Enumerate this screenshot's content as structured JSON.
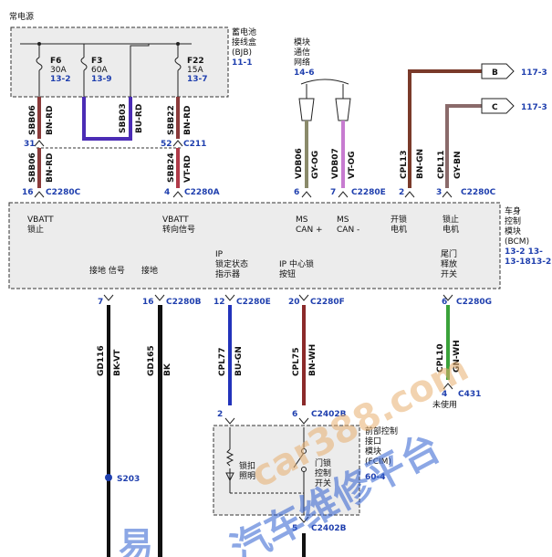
{
  "title": "常电源",
  "bjb": {
    "name_lines": [
      "蓄电池",
      "接线盒",
      "(BJB)"
    ],
    "ref": "11-1",
    "fuses": [
      {
        "id": "F6",
        "rating": "30A",
        "ref": "13-2"
      },
      {
        "id": "F3",
        "rating": "60A",
        "ref": "13-9"
      },
      {
        "id": "F22",
        "rating": "15A",
        "ref": "13-7"
      }
    ]
  },
  "network": {
    "name_lines": [
      "模块",
      "通信",
      "网络"
    ],
    "ref": "14-6"
  },
  "arrows": [
    {
      "label": "B",
      "ref": "117-3"
    },
    {
      "label": "C",
      "ref": "117-3"
    }
  ],
  "wires": {
    "sbb06_top": {
      "id": "SBB06",
      "color": "BN-RD"
    },
    "sbb03": {
      "id": "SBB03",
      "color": "BU-RD"
    },
    "sbb22": {
      "id": "SBB22",
      "color": "BN-RD"
    },
    "sbb06_bot": {
      "id": "SBB06",
      "color": "BN-RD"
    },
    "sbb24": {
      "id": "SBB24",
      "color": "VT-RD"
    },
    "vdb06": {
      "id": "VDB06",
      "color": "GY-OG"
    },
    "vdb07": {
      "id": "VDB07",
      "color": "VT-OG"
    },
    "cpl13": {
      "id": "CPL13",
      "color": "BN-GN"
    },
    "cpl11": {
      "id": "CPL11",
      "color": "GY-BN"
    },
    "gd116": {
      "id": "GD116",
      "color": "BK-VT"
    },
    "gd165": {
      "id": "GD165",
      "color": "BK"
    },
    "cpl77": {
      "id": "CPL77",
      "color": "BU-GN"
    },
    "cpl75": {
      "id": "CPL75",
      "color": "BN-WH"
    },
    "cpl10": {
      "id": "CPL10",
      "color": "GN-WH"
    }
  },
  "pins": {
    "c211a": "31",
    "c211b": "52",
    "c211": "C211",
    "p16": "16",
    "c2280c_a": "C2280C",
    "p4": "4",
    "c2280a": "C2280A",
    "p6": "6",
    "p7": "7",
    "c2280e_a": "C2280E",
    "p2": "2",
    "p3": "3",
    "c2280c_b": "C2280C",
    "b7": "7",
    "b16": "16",
    "c2280b": "C2280B",
    "b12": "12",
    "c2280e_b": "C2280E",
    "b20": "20",
    "c2280f": "C2280F",
    "b6": "6",
    "c2280g": "C2280G",
    "b4": "4",
    "c431": "C431",
    "unused": "未使用",
    "f2": "2",
    "f6": "6",
    "c2402b_a": "C2402B",
    "f5": "5",
    "c2402b_b": "C2402B",
    "s203": "S203"
  },
  "bcm": {
    "name_lines": [
      "车身",
      "控制",
      "模块",
      "(BCM)"
    ],
    "refs": [
      "13-2  13-",
      "13-1813-2"
    ],
    "top_labels": [
      {
        "lines": [
          "VBATT",
          "锁止"
        ]
      },
      {
        "lines": [
          "VBATT",
          "转向信号"
        ]
      },
      {
        "lines": [
          "MS",
          "CAN +"
        ]
      },
      {
        "lines": [
          "MS",
          "CAN -"
        ]
      },
      {
        "lines": [
          "开锁",
          "电机"
        ]
      },
      {
        "lines": [
          "锁止",
          "电机"
        ]
      }
    ],
    "bottom_labels": [
      {
        "lines": [
          "接地 信号"
        ]
      },
      {
        "lines": [
          "接地"
        ]
      },
      {
        "lines": [
          "IP",
          "锁定状态",
          "指示器"
        ]
      },
      {
        "lines": [
          "IP 中心锁",
          "按钮"
        ]
      },
      {
        "lines": [
          "尾门",
          "释放",
          "开关"
        ]
      }
    ]
  },
  "fcim": {
    "name_lines": [
      "前部控制",
      "接口",
      "模块",
      "(FCIM)"
    ],
    "ref": "60-4",
    "left_lines": [
      "锁扣",
      "照明"
    ],
    "right_lines": [
      "门锁",
      "控制",
      "开关"
    ]
  },
  "watermark": {
    "line1": "car388.com",
    "line2": "汽车维修平台",
    "line3": "易"
  }
}
